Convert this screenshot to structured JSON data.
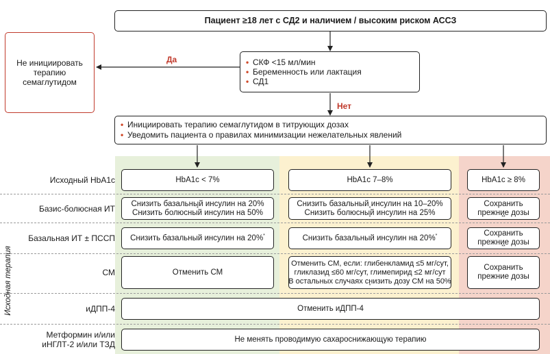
{
  "colors": {
    "green_col": "#e7f0db",
    "yellow_col": "#fcf1cf",
    "red_col": "#f5d4ca",
    "red_border": "#c0392b",
    "bullet": "#d04a2a"
  },
  "top_box": "Пациент ≥18 лет с СД2 и наличием / высоким риском АССЗ",
  "not_init_box": "Не инициировать терапию семаглутидом",
  "condition_box": {
    "items": [
      "СКФ <15 мл/мин",
      "Беременность или лактация",
      "СД1"
    ]
  },
  "yes_label": "Да",
  "no_label": "Нет",
  "init_box": {
    "items": [
      "Инициировать терапию семаглутидом в титрующих дозах",
      "Уведомить пациента о правилах минимизации нежелательных явлений"
    ]
  },
  "vertical_label": "Исходная терапия",
  "rows": {
    "hba1c": {
      "label": "Исходный HbA1c",
      "col1": "HbA1c < 7%",
      "col2": "HbA1c 7–8%",
      "col3": "HbA1c ≥ 8%"
    },
    "basal_bolus": {
      "label": "Базис-болюсная ИТ",
      "col1_line1": "Снизить базальный инсулин на 20%",
      "col1_line2": "Снизить болюсный инсулин на 50%",
      "col2_line1": "Снизить базальный инсулин на 10–20%",
      "col2_line2": "Снизить болюсный инсулин на 25%",
      "col3_line1": "Сохранить",
      "col3_line2": "прежние дозы",
      "star": "*",
      "double_star": "**"
    },
    "basal": {
      "label": "Базальная ИТ ± ПССП",
      "col1": "Снизить базальный инсулин на 20%",
      "col2": "Снизить базальный инсулин на 20%",
      "col3_line1": "Сохранить",
      "col3_line2": "прежние дозы"
    },
    "su": {
      "label": "СМ",
      "col1": "Отменить СМ",
      "col2_line1": "Отменить СМ, если: глибенкламид ≤5 мг/сут,",
      "col2_line2": "гликлазид ≤60 мг/сут, глимепирид ≤2 мг/сут",
      "col2_line3": "В остальных случаях снизить дозу СМ на 50%",
      "col3_line1": "Сохранить",
      "col3_line2": "прежние дозы"
    },
    "dpp4": {
      "label": "иДПП-4",
      "value": "Отменить иДПП-4"
    },
    "metformin": {
      "label_line1": "Метформин и/или",
      "label_line2": "иНГЛТ-2 и/или ТЗД",
      "value": "Не менять проводимую сахароснижающую терапию"
    }
  }
}
